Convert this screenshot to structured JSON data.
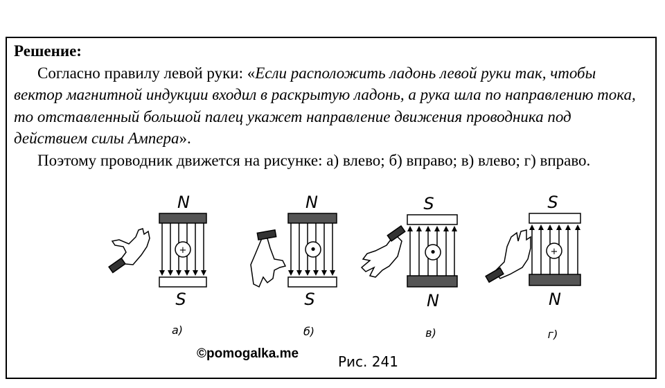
{
  "solution": {
    "heading": "Решение:",
    "rule_intro": "Согласно правилу левой руки: «",
    "rule_quote": "Если расположить ладонь левой руки так, чтобы вектор магнитной индукции входил в раскрытую ладонь, а рука шла по направлению тока, то отставленный большой палец укажет направление движения проводника под действием силы Ампера",
    "rule_end": "».",
    "conclusion": "Поэтому проводник движется на рисунке: а) влево; б) вправо; в) влево; г) вправо."
  },
  "figure": {
    "caption": "Рис. 241",
    "watermark": "©pomogalka.me",
    "panels": [
      {
        "label": "а)",
        "top_pole": "N",
        "bottom_pole": "S",
        "current": "+"
      },
      {
        "label": "б)",
        "top_pole": "N",
        "bottom_pole": "S",
        "current": "•"
      },
      {
        "label": "в)",
        "top_pole": "S",
        "bottom_pole": "N",
        "current": "•"
      },
      {
        "label": "г)",
        "top_pole": "S",
        "bottom_pole": "N",
        "current": "+"
      }
    ]
  }
}
